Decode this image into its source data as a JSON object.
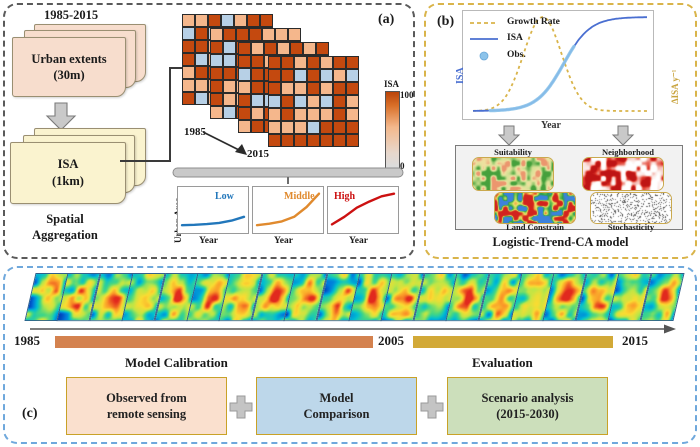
{
  "figure": {
    "panels": [
      {
        "id": "a",
        "label": "(a)"
      },
      {
        "id": "b",
        "label": "(b)"
      },
      {
        "id": "c",
        "label": "(c)"
      }
    ]
  },
  "panel_a": {
    "label": "(a)",
    "period_label": "1985-2015",
    "urban_extents": {
      "line1": "Urban extents",
      "line2": "(30m)",
      "color": "#f7ddcd"
    },
    "isa_stack": {
      "line1": "ISA",
      "line2": "(1km)",
      "color": "#faf3cf"
    },
    "aggregation_caption_line1": "Spatial",
    "aggregation_caption_line2": "Aggregation",
    "grid_start_year": "1985",
    "grid_end_year": "2015",
    "colorbar": {
      "title": "ISA",
      "max": "100",
      "min": "0"
    },
    "raster_colors": {
      "high": "#c4490f",
      "mid": "#f5b78c",
      "low": "#b7d0e6"
    },
    "trend_charts": {
      "yaxis_label": "Urban Area",
      "xaxis_label": "Year",
      "items": [
        {
          "name": "Low",
          "color": "#2277bb"
        },
        {
          "name": "Middle",
          "color": "#e08a2e"
        },
        {
          "name": "High",
          "color": "#cc1111"
        }
      ]
    }
  },
  "panel_b": {
    "label": "(b)",
    "chart": {
      "left_axis_label": "ISA",
      "right_axis_label": "ΔISA y⁻¹",
      "xaxis_label": "Year",
      "legend": [
        {
          "name": "Growth Rate",
          "style": "dashed",
          "color": "#d9b44a"
        },
        {
          "name": "ISA",
          "style": "solid",
          "color": "#4a6fd1"
        },
        {
          "name": "Obs.",
          "style": "dot",
          "color": "#8cc3ea"
        }
      ]
    },
    "model_name": "Logistic-Trend-CA model",
    "components": [
      {
        "name": "Suitability"
      },
      {
        "name": "Neighborhood"
      },
      {
        "name": "Land Constrain"
      },
      {
        "name": "Stochasticity"
      }
    ]
  },
  "panel_c": {
    "label": "(c)",
    "timeline": {
      "start_year": "1985",
      "mid_year": "2005",
      "end_year": "2015",
      "segments": [
        {
          "name": "Model Calibration",
          "color": "#d4824f"
        },
        {
          "name": "Evaluation",
          "color": "#d2a937"
        }
      ],
      "tile_count": 20
    },
    "workflow": [
      {
        "line1": "Observed from",
        "line2": "remote sensing",
        "color": "#fae0ce"
      },
      {
        "line1": "Model",
        "line2": "Comparison",
        "color": "#bdd7ea"
      },
      {
        "line1": "Scenario analysis",
        "line2": "(2015-2030)",
        "color": "#ccdfbb"
      }
    ],
    "connector": "plus"
  },
  "chart_data": [
    {
      "type": "line",
      "id": "panel_a_low",
      "title": "Low",
      "xlabel": "Year",
      "ylabel": "Urban Area",
      "x": [
        0,
        0.2,
        0.4,
        0.6,
        0.8,
        1.0
      ],
      "values": [
        0.1,
        0.11,
        0.13,
        0.16,
        0.22,
        0.32
      ],
      "color": "#2277bb",
      "ylim": [
        0,
        1
      ],
      "grid": false
    },
    {
      "type": "line",
      "id": "panel_a_middle",
      "title": "Middle",
      "xlabel": "Year",
      "ylabel": "Urban Area",
      "x": [
        0,
        0.2,
        0.4,
        0.6,
        0.8,
        1.0
      ],
      "values": [
        0.1,
        0.14,
        0.2,
        0.32,
        0.58,
        0.93
      ],
      "color": "#e08a2e",
      "ylim": [
        0,
        1
      ],
      "grid": false
    },
    {
      "type": "line",
      "id": "panel_a_high",
      "title": "High",
      "xlabel": "Year",
      "ylabel": "Urban Area",
      "x": [
        0,
        0.2,
        0.4,
        0.6,
        0.8,
        1.0
      ],
      "values": [
        0.12,
        0.32,
        0.56,
        0.72,
        0.86,
        0.93
      ],
      "color": "#cc1111",
      "ylim": [
        0,
        1
      ],
      "grid": false
    },
    {
      "type": "line",
      "id": "panel_b_logistic",
      "title": "",
      "xlabel": "Year",
      "ylabel": "ISA",
      "y2label": "ΔISA y⁻¹",
      "legend_position": "top-left",
      "grid": false,
      "x": [
        0,
        0.1,
        0.2,
        0.3,
        0.4,
        0.5,
        0.6,
        0.7,
        0.8,
        0.9,
        1.0
      ],
      "series": [
        {
          "name": "ISA",
          "style": "solid",
          "color": "#4a6fd1",
          "values": [
            0.02,
            0.04,
            0.08,
            0.15,
            0.28,
            0.48,
            0.7,
            0.86,
            0.94,
            0.97,
            0.98
          ]
        },
        {
          "name": "Growth Rate",
          "style": "dashed",
          "color": "#d9b44a",
          "values": [
            0.02,
            0.06,
            0.16,
            0.44,
            0.8,
            0.96,
            0.68,
            0.3,
            0.12,
            0.06,
            0.04
          ]
        },
        {
          "name": "Obs.",
          "style": "dot",
          "color": "#8cc3ea",
          "values": [
            0.03,
            0.05,
            0.09,
            0.16,
            0.29,
            0.49,
            0.7,
            null,
            null,
            null,
            null
          ]
        }
      ]
    }
  ]
}
